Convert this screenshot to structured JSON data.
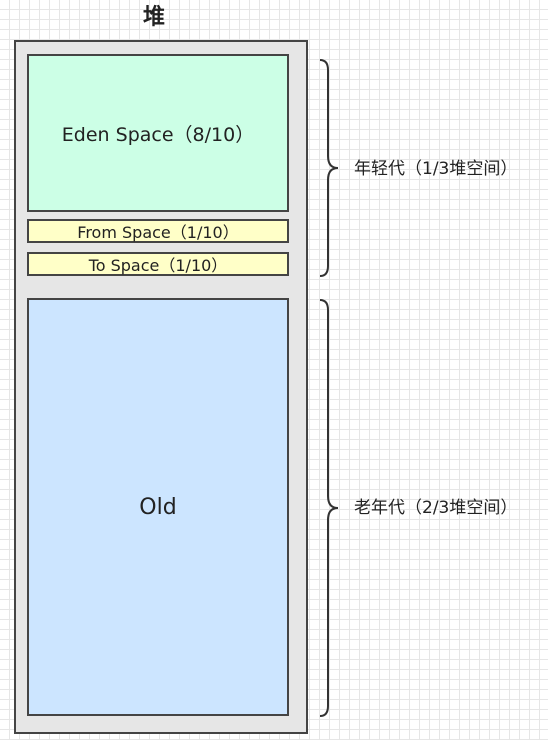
{
  "title": "堆",
  "heap": {
    "eden_label": "Eden Space（8/10）",
    "from_label": "From Space（1/10）",
    "to_label": "To Space（1/10）",
    "old_label": "Old"
  },
  "annotations": {
    "young_gen": "年轻代（1/3堆空间）",
    "old_gen": "老年代（2/3堆空间）"
  },
  "colors": {
    "eden_fill": "#ccffe6",
    "survivor_fill": "#ffffc8",
    "old_fill": "#cce5ff",
    "heap_fill": "#e6e6e6",
    "stroke": "#444444"
  }
}
